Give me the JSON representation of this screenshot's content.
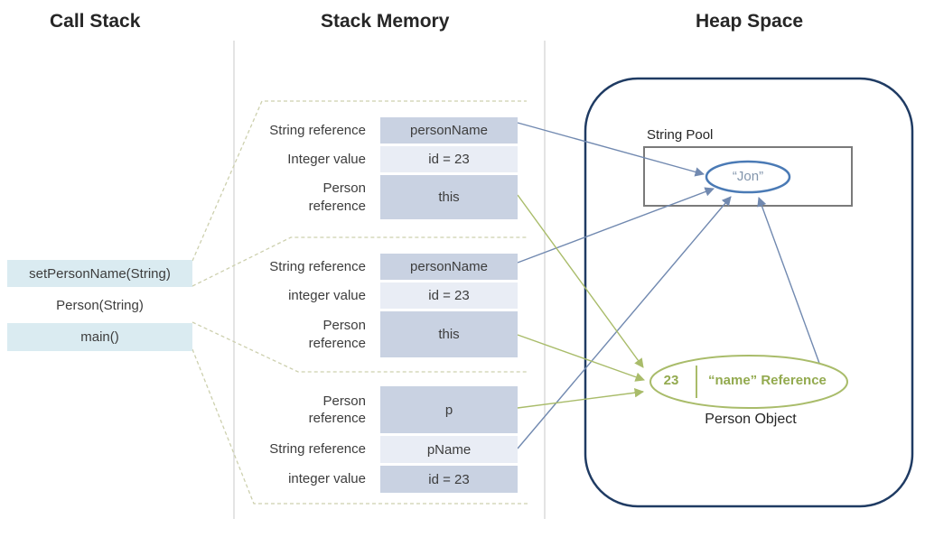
{
  "columns": {
    "call_stack_title": "Call Stack",
    "stack_memory_title": "Stack Memory",
    "heap_title": "Heap Space"
  },
  "call_stack": {
    "items": [
      {
        "label": "setPersonName(String)",
        "highlighted": true
      },
      {
        "label": "Person(String)",
        "highlighted": false
      },
      {
        "label": "main()",
        "highlighted": true
      }
    ]
  },
  "stack_memory": {
    "frames": [
      {
        "rows": [
          {
            "label": "String reference",
            "value": "personName",
            "shade": "dark"
          },
          {
            "label": "Integer value",
            "value": "id = 23",
            "shade": "light"
          },
          {
            "label": "Person reference",
            "value": "this",
            "shade": "dark"
          }
        ]
      },
      {
        "rows": [
          {
            "label": "String reference",
            "value": "personName",
            "shade": "dark"
          },
          {
            "label": "integer value",
            "value": "id = 23",
            "shade": "light"
          },
          {
            "label": "Person reference",
            "value": "this",
            "shade": "dark"
          }
        ]
      },
      {
        "rows": [
          {
            "label": "Person reference",
            "value": "p",
            "shade": "dark"
          },
          {
            "label": "String reference",
            "value": "pName",
            "shade": "light"
          },
          {
            "label": "integer value",
            "value": "id = 23",
            "shade": "dark"
          }
        ]
      }
    ]
  },
  "heap": {
    "string_pool_label": "String Pool",
    "string_literal": "“Jon”",
    "person_object": {
      "id_value": "23",
      "name_reference": "“name” Reference",
      "caption": "Person Object"
    }
  },
  "colors": {
    "navy": "#1f3b63",
    "steel-blue": "#4a7ab5",
    "arrow-blue": "#7189b0",
    "olive": "#a9bc6a",
    "olive-text": "#93aa4f",
    "dashed": "#cdd0ae",
    "callstack-bg": "#daebf1",
    "box-dark": "#c9d2e2",
    "box-light": "#e9edf5"
  }
}
